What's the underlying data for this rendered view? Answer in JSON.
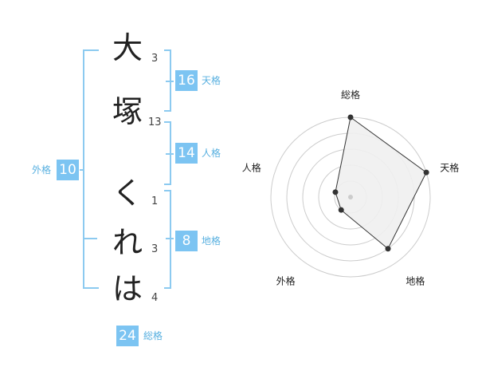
{
  "name_chars": [
    {
      "char": "大",
      "strokes": "3"
    },
    {
      "char": "塚",
      "strokes": "13"
    },
    {
      "char": "く",
      "strokes": "1"
    },
    {
      "char": "れ",
      "strokes": "3"
    },
    {
      "char": "は",
      "strokes": "4"
    }
  ],
  "fortunes": {
    "tenkaku": {
      "value": "16",
      "label": "天格"
    },
    "jinkaku": {
      "value": "14",
      "label": "人格"
    },
    "chikaku": {
      "value": "8",
      "label": "地格"
    },
    "gaikaku": {
      "value": "10",
      "label": "外格"
    },
    "soukaku": {
      "value": "24",
      "label": "総格"
    }
  },
  "colors": {
    "accent": "#7cc4f2",
    "bracket": "#8ccaf0",
    "radar_fill": "#f0f0f0"
  },
  "chart_data": {
    "type": "radar",
    "axes": [
      "総格",
      "天格",
      "地格",
      "外格",
      "人格"
    ],
    "values": [
      5,
      5,
      4,
      1,
      1
    ],
    "range": [
      0,
      5
    ],
    "rings": 5
  }
}
